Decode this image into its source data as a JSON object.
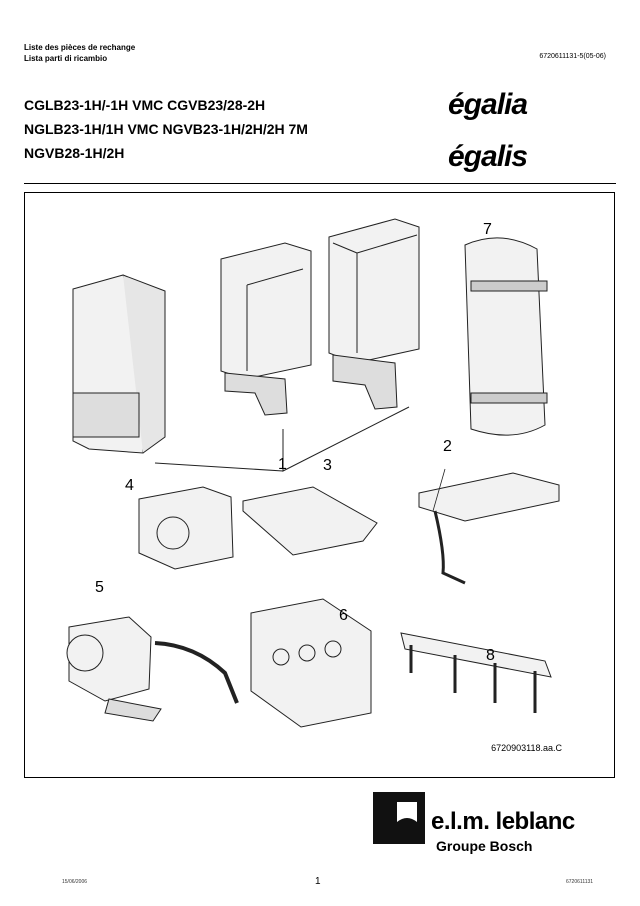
{
  "header": {
    "line1": "Liste des pièces de rechange",
    "line2": "Lista parti di ricambio",
    "doc_code": "6720611131-5(05-06)"
  },
  "titles": [
    "CGLB23-1H/-1H VMC CGVB23/28-2H",
    "NGLB23-1H/1H VMC NGVB23-1H/2H/2H 7M",
    "NGVB28-1H/2H"
  ],
  "brands": [
    "égalia",
    "égalis"
  ],
  "figure": {
    "callouts": [
      "1",
      "2",
      "3",
      "4",
      "5",
      "6",
      "7",
      "8"
    ],
    "ref": "6720903118.aa.C"
  },
  "logo": {
    "name": "e.l.m. leblanc",
    "sub": "Groupe Bosch"
  },
  "footer": {
    "date": "15/06/2006",
    "page": "1",
    "code": "6720611131"
  }
}
